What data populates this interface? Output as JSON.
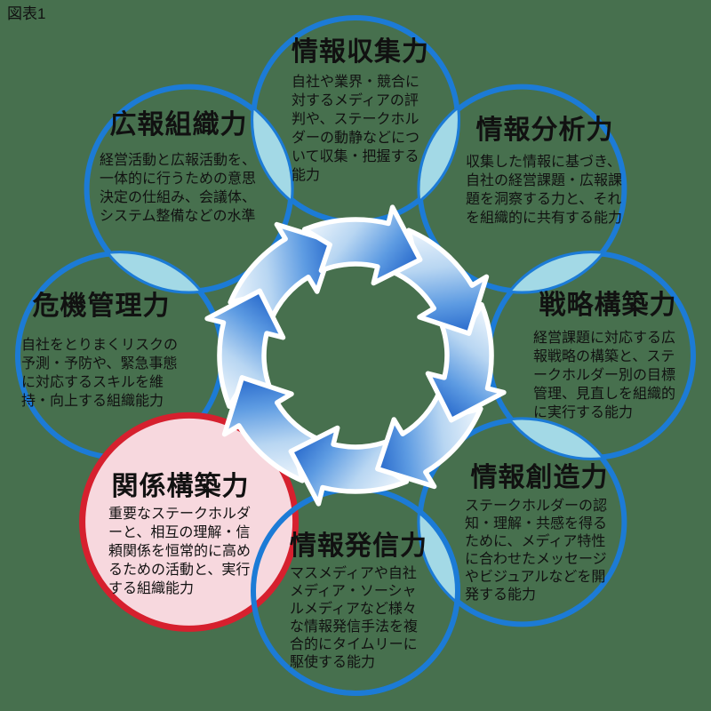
{
  "figure_label": "図表1",
  "cycle": {
    "arrow_count": 8,
    "direction": "clockwise"
  },
  "colors": {
    "bg": "#47704E",
    "blue": "#1C7BD6",
    "cyan": "#A3D9E6",
    "red": "#D6202E",
    "pink": "#F7D8DE",
    "text": "#111111",
    "white": "#FFFFFF",
    "arrow_light": "#F2F8FD",
    "arrow_mid1": "#B8D6F2",
    "arrow_mid2": "#5D9BE2",
    "arrow_dark": "#2E6FCE"
  },
  "circles": [
    {
      "position": "top",
      "title": "情報収集力",
      "highlighted": false,
      "description": "自社や業界・競合に対するメディアの評判や、ステークホルダーの動静などについて収集・把握する能力"
    },
    {
      "position": "top-right",
      "title": "情報分析力",
      "highlighted": false,
      "description": "収集した情報に基づき、自社の経営課題・広報課題を洞察する力と、それを組織的に共有する能力"
    },
    {
      "position": "right",
      "title": "戦略構築力",
      "highlighted": false,
      "description": "経営課題に対応する広報戦略の構築と、ステークホルダー別の目標管理、見直しを組織的に実行する能力"
    },
    {
      "position": "bottom-right",
      "title": "情報創造力",
      "highlighted": false,
      "description": "ステークホルダーの認知・理解・共感を得るために、メディア特性に合わせたメッセージやビジュアルなどを開発する能力"
    },
    {
      "position": "bottom",
      "title": "情報発信力",
      "highlighted": false,
      "description": "マスメディアや自社メディア・ソーシャルメディアなど様々な情報発信手法を複合的にタイムリーに駆使する能力"
    },
    {
      "position": "bottom-left",
      "title": "関係構築力",
      "highlighted": true,
      "description": "重要なステークホルダーと、相互の理解・信頼関係を恒常的に高めるための活動と、実行する組織能力"
    },
    {
      "position": "left",
      "title": "危機管理力",
      "highlighted": false,
      "description": "自社をとりまくリスクの予測・予防や、緊急事態に対応するスキルを維持・向上する組織能力"
    },
    {
      "position": "top-left",
      "title": "広報組織力",
      "highlighted": false,
      "description": "経営活動と広報活動を、一体的に行うための意思決定の仕組み、会議体、システム整備などの水準"
    }
  ]
}
